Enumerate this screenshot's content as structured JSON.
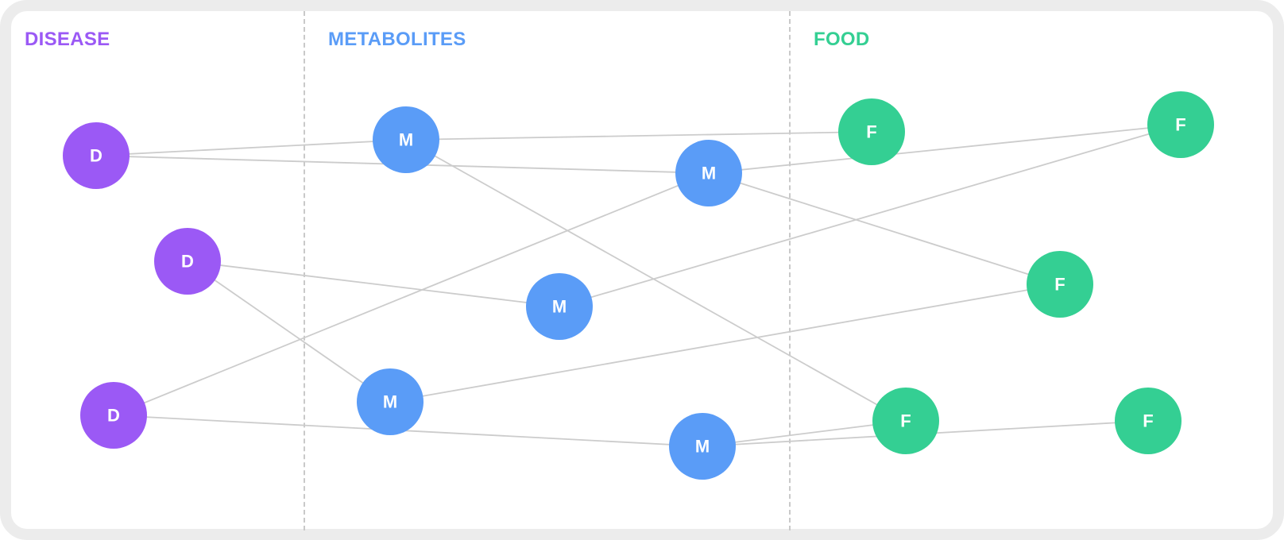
{
  "columns": [
    {
      "label": "DISEASE",
      "color": "#9b59f5"
    },
    {
      "label": "METABOLITES",
      "color": "#5a9cf7"
    },
    {
      "label": "FOOD",
      "color": "#34cf93"
    }
  ],
  "colors": {
    "disease": "#9b59f5",
    "metabolite": "#5a9cf7",
    "food": "#34cf93",
    "edge": "#cccccc",
    "divider": "#c9c9c9",
    "frame": "#ececec"
  },
  "nodes": [
    {
      "id": "d1",
      "label": "D",
      "kind": "disease"
    },
    {
      "id": "d2",
      "label": "D",
      "kind": "disease"
    },
    {
      "id": "d3",
      "label": "D",
      "kind": "disease"
    },
    {
      "id": "m1",
      "label": "M",
      "kind": "metabolite"
    },
    {
      "id": "m2",
      "label": "M",
      "kind": "metabolite"
    },
    {
      "id": "m3",
      "label": "M",
      "kind": "metabolite"
    },
    {
      "id": "m4",
      "label": "M",
      "kind": "metabolite"
    },
    {
      "id": "m5",
      "label": "M",
      "kind": "metabolite"
    },
    {
      "id": "f1",
      "label": "F",
      "kind": "food"
    },
    {
      "id": "f2",
      "label": "F",
      "kind": "food"
    },
    {
      "id": "f3",
      "label": "F",
      "kind": "food"
    },
    {
      "id": "f4",
      "label": "F",
      "kind": "food"
    },
    {
      "id": "f5",
      "label": "F",
      "kind": "food"
    }
  ],
  "edges": [
    [
      "d1",
      "m1"
    ],
    [
      "d1",
      "m2"
    ],
    [
      "m1",
      "f1"
    ],
    [
      "m1",
      "f4"
    ],
    [
      "m2",
      "f2"
    ],
    [
      "m2",
      "f3"
    ],
    [
      "d2",
      "m3"
    ],
    [
      "d2",
      "m4"
    ],
    [
      "m3",
      "f2"
    ],
    [
      "d3",
      "m2"
    ],
    [
      "d3",
      "m5"
    ],
    [
      "m4",
      "f3"
    ],
    [
      "m5",
      "f4"
    ],
    [
      "m5",
      "f5"
    ]
  ]
}
